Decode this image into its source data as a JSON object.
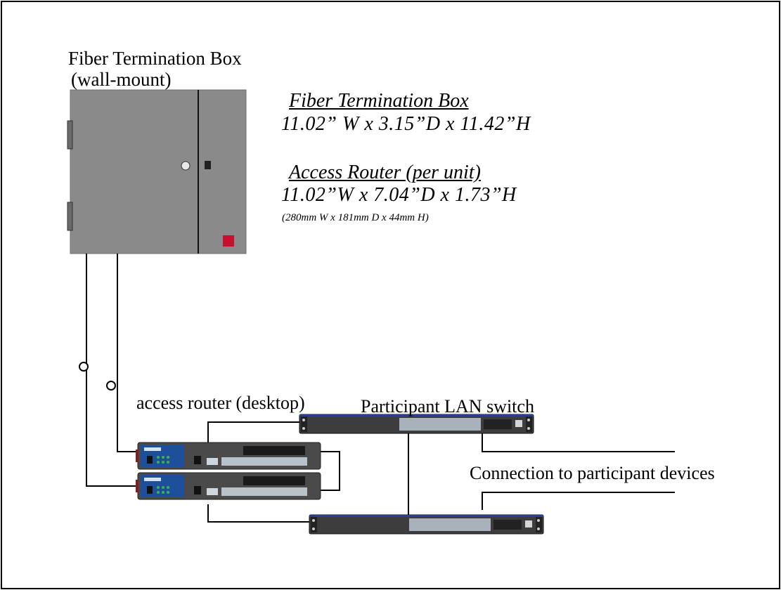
{
  "labels": {
    "fiber_box_title": "Fiber Termination Box",
    "fiber_box_subtitle": "(wall-mount)",
    "access_router": "access router (desktop)",
    "lan_switch": "Participant LAN  switch",
    "participant_devices": "Connection to participant devices"
  },
  "specs": {
    "fiber_box": {
      "title": "Fiber Termination Box",
      "dimensions": "11.02” W x 3.15”D x 11.42”H"
    },
    "access_router": {
      "title": "Access Router (per unit)",
      "dimensions": "11.02”W x 7.04”D x 1.73”H",
      "metric": "(280mm W x 181mm D x 44mm H)"
    }
  },
  "colors": {
    "box_gray": "#8a8a8a",
    "router_blue": "#1d4f9a",
    "switch_dark": "#3d3d3d",
    "led_green": "#39b34a",
    "indicator_red": "#c8102e"
  }
}
